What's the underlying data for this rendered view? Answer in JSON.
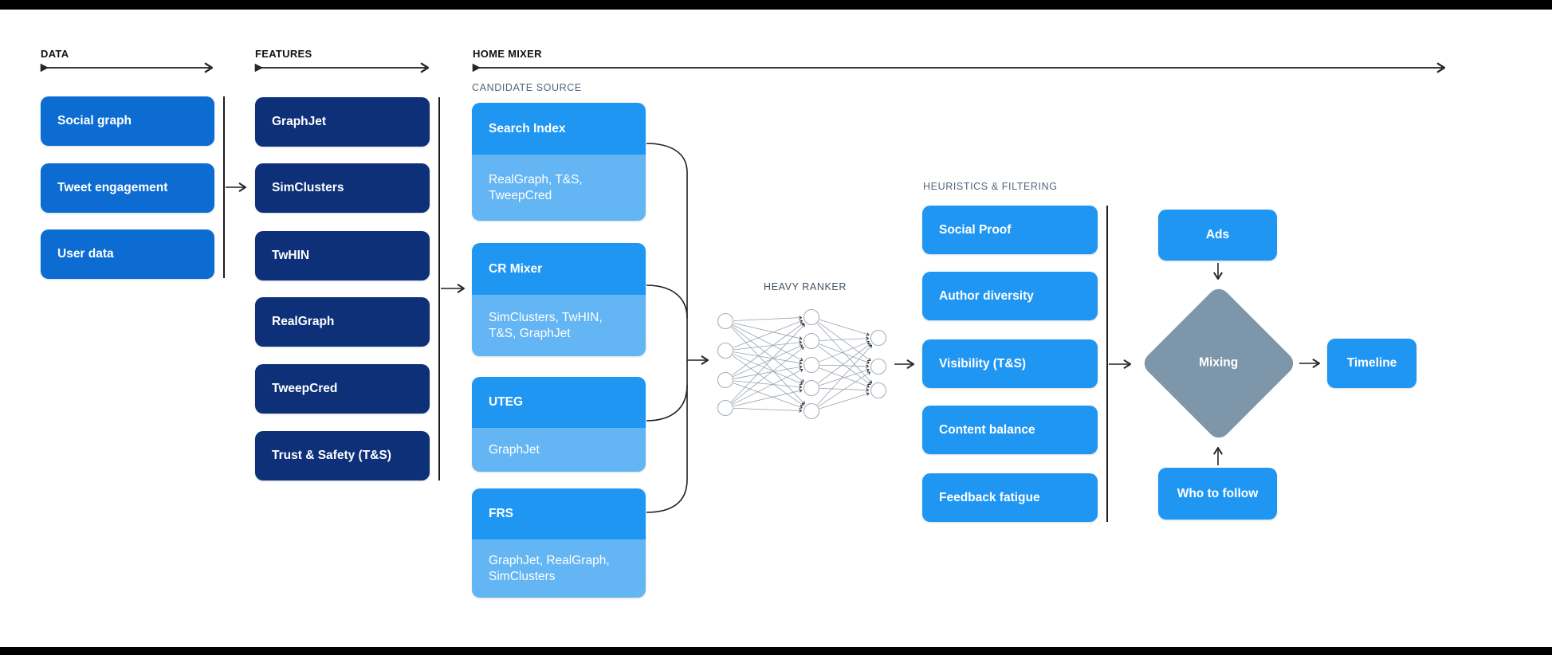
{
  "page": {
    "background": "#ffffff",
    "top_bar_color": "#000000",
    "bottom_bar_color": "#000000"
  },
  "colors": {
    "data_box_blue": "#0c6cd2",
    "feature_box_navy": "#0d3078",
    "bright_blue": "#2096f3",
    "light_blue": "#64b5f3",
    "diamond_gray": "#7e96aa",
    "line_dark": "#24282c",
    "sub_label_gray": "#52647a",
    "box_text": "#ffffff"
  },
  "sections": {
    "data": {
      "label": "DATA",
      "items": [
        "Social graph",
        "Tweet engagement",
        "User data"
      ]
    },
    "features": {
      "label": "FEATURES",
      "items": [
        "GraphJet",
        "SimClusters",
        "TwHIN",
        "RealGraph",
        "TweepCred",
        "Trust & Safety (T&S)"
      ]
    },
    "home_mixer": {
      "label": "HOME MIXER",
      "candidate_source": {
        "label": "CANDIDATE SOURCE",
        "items": [
          {
            "title": "Search Index",
            "sub": "RealGraph, T&S, TweepCred"
          },
          {
            "title": "CR Mixer",
            "sub": "SimClusters, TwHIN, T&S, GraphJet"
          },
          {
            "title": "UTEG",
            "sub": "GraphJet"
          },
          {
            "title": "FRS",
            "sub": "GraphJet, RealGraph, SimClusters"
          }
        ]
      },
      "heavy_ranker": {
        "label": "HEAVY RANKER",
        "layers": [
          4,
          5,
          3
        ]
      },
      "heuristics": {
        "label": "HEURISTICS & FILTERING",
        "items": [
          "Social Proof",
          "Author diversity",
          "Visibility (T&S)",
          "Content balance",
          "Feedback fatigue"
        ]
      },
      "mixing": {
        "ads_label": "Ads",
        "diamond_label": "Mixing",
        "who_to_follow_label": "Who to follow",
        "timeline_label": "Timeline"
      }
    }
  }
}
